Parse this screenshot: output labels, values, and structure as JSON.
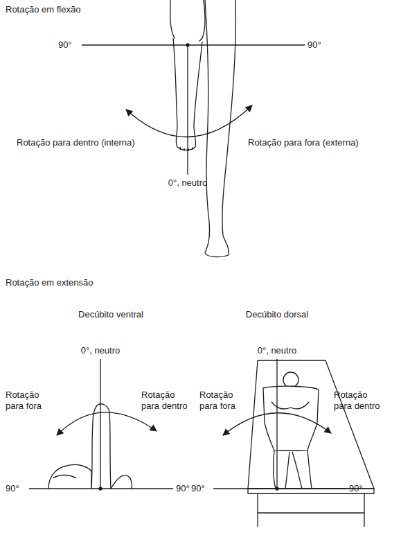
{
  "diagram": {
    "labels": [
      "Rotação em flexão",
      "90°",
      "90°",
      "Rotação para dentro (interna)",
      "Rotação para fora (externa)",
      "0°, neutro",
      "Rotação em extensão",
      "Decúbito ventral",
      "Decúbito dorsal",
      "0°, neutro",
      "Rotação para fora",
      "Rotação para dentro",
      "0°, neutro",
      "Rotação para fora",
      "Rotação para dentro",
      "90°",
      "90°",
      "90°",
      "90°"
    ]
  }
}
